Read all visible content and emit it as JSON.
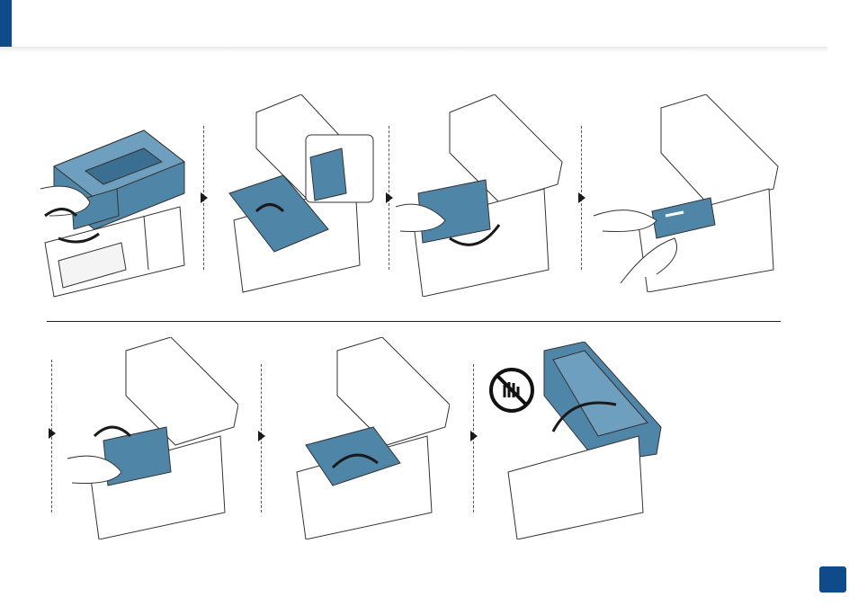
{
  "header": {
    "accent_color": "#0f4a8a"
  },
  "illustration_colors": {
    "line": "#333333",
    "fill": "#ffffff",
    "highlight": "#4f86a8",
    "highlight_dark": "#2e5f7f"
  },
  "steps_row1": [
    {
      "icon": "open-scan-unit-illustration"
    },
    {
      "icon": "open-inner-cover-illustration"
    },
    {
      "icon": "remove-toner-cartridge-illustration"
    },
    {
      "icon": "remove-jammed-paper-illustration"
    }
  ],
  "steps_row2": [
    {
      "icon": "insert-toner-cartridge-illustration"
    },
    {
      "icon": "close-inner-cover-illustration"
    },
    {
      "icon": "close-scan-unit-illustration"
    }
  ],
  "caution": {
    "icon": "do-not-touch-icon"
  }
}
